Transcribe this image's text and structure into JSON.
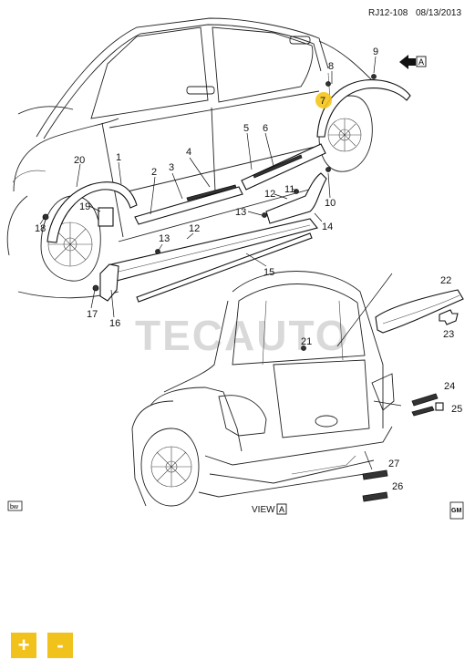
{
  "header": {
    "drawing_id": "RJ12-108",
    "date": "08/13/2013"
  },
  "watermark": "TECAUTO",
  "view_label": "VIEW",
  "view_ref": "A",
  "arrow_ref": "A",
  "corner_label": "bw",
  "gm_badge": "GM",
  "highlight_color": "#f5c518",
  "callouts": {
    "c1": "1",
    "c2": "2",
    "c3": "3",
    "c4": "4",
    "c5": "5",
    "c6": "6",
    "c7": "7",
    "c8": "8",
    "c9": "9",
    "c10": "10",
    "c11": "11",
    "c12a": "12",
    "c12b": "12",
    "c13a": "13",
    "c13b": "13",
    "c14": "14",
    "c15": "15",
    "c16": "16",
    "c17": "17",
    "c18": "18",
    "c19": "19",
    "c20": "20",
    "c21": "21",
    "c22": "22",
    "c23": "23",
    "c24": "24",
    "c25": "25",
    "c26": "26",
    "c27": "27"
  },
  "controls": {
    "zoom_in": "+",
    "zoom_out": "-"
  }
}
